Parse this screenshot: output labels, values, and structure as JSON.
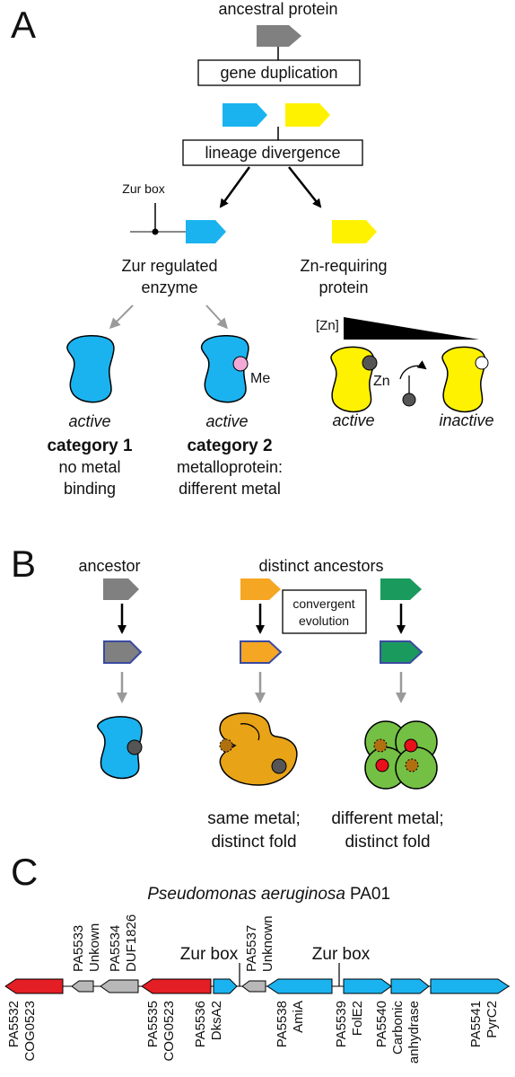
{
  "colors": {
    "gray": "#808080",
    "blue": "#1ab3f0",
    "yellow": "#fff200",
    "orange": "#f5a623",
    "green": "#1b9a5e",
    "red_gene": "#e31e24",
    "metal_dark": "#555555",
    "metal_pink": "#f3a9d6",
    "prot_orange": "#e8a317",
    "prot_green": "#74c044",
    "red_site": "#e8101a"
  },
  "panelA": {
    "label": "A",
    "ancestral": "ancestral protein",
    "duplication": "gene duplication",
    "divergence": "lineage divergence",
    "zurbox": "Zur box",
    "left_title_1": "Zur regulated",
    "left_title_2": "enzyme",
    "right_title_1": "Zn-requiring",
    "right_title_2": "protein",
    "zn_bracket": "[Zn]",
    "zn": "Zn",
    "me": "Me",
    "active1": "active",
    "active2": "active",
    "active3": "active",
    "inactive": "inactive",
    "cat1": "category 1",
    "cat1_l1": "no metal",
    "cat1_l2": "binding",
    "cat2": "category 2",
    "cat2_l1": "metalloprotein:",
    "cat2_l2": "different metal"
  },
  "panelB": {
    "label": "B",
    "ancestor": "ancestor",
    "distinct": "distinct ancestors",
    "convergent_1": "convergent",
    "convergent_2": "evolution",
    "same_1": "same metal;",
    "same_2": "distinct fold",
    "diff_1": "different metal;",
    "diff_2": "distinct fold"
  },
  "panelC": {
    "label": "C",
    "title_italic": "Pseudomonas aeruginosa",
    "title_strain": "PA01",
    "zurbox1": "Zur box",
    "zurbox2": "Zur box",
    "genes_above": [
      {
        "id": "PA5533",
        "desc": "Unkown"
      },
      {
        "id": "PA5534",
        "desc": "DUF1826"
      },
      {
        "id": "PA5537",
        "desc": "Unknown"
      }
    ],
    "genes_below": [
      {
        "id": "PA5532",
        "desc": "COG0523"
      },
      {
        "id": "PA5535",
        "desc": "COG0523"
      },
      {
        "id": "PA5536",
        "desc": "DksA2"
      },
      {
        "id": "PA5538",
        "desc": "AmiA"
      },
      {
        "id": "PA5539",
        "desc": "FolE2"
      },
      {
        "id": "PA5540",
        "desc": "Carbonic"
      },
      {
        "id": "PA5540b",
        "desc": "anhydrase"
      },
      {
        "id": "PA5541",
        "desc": "PyrC2"
      }
    ]
  }
}
